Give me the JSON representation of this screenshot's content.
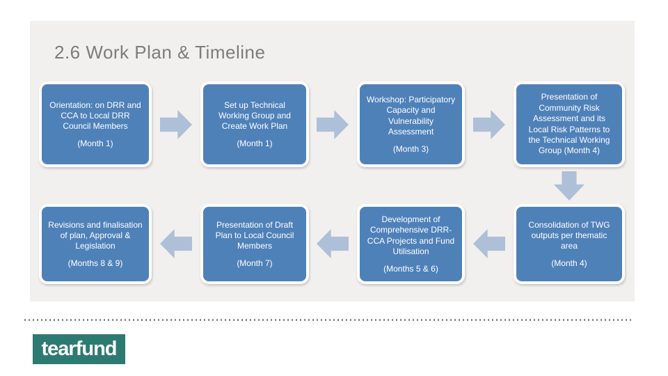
{
  "slide": {
    "title": "2.6 Work Plan & Timeline",
    "logo_text": "tearfund"
  },
  "colors": {
    "box_fill": "#4f81b9",
    "box_border": "#ffffff",
    "arrow_fill": "#aebfd8",
    "panel_bg": "#f1f0ee",
    "title_color": "#7c7c7c",
    "logo_bg": "#2d7a73",
    "dotted_line": "#8a8a8a"
  },
  "flow": {
    "row1": [
      {
        "text": "Orientation: on DRR and CCA to Local DRR Council Members",
        "month": "(Month 1)"
      },
      {
        "text": "Set up Technical Working Group and Create Work Plan",
        "month": "(Month 1)"
      },
      {
        "text": "Workshop: Participatory Capacity and Vulnerability Assessment",
        "month": "(Month 3)"
      },
      {
        "text": "Presentation of Community Risk Assessment and its Local Risk Patterns to the Technical Working Group (Month 4)"
      }
    ],
    "row2": [
      {
        "text": "Revisions and finalisation of plan, Approval & Legislation",
        "month": "(Months 8 & 9)"
      },
      {
        "text": "Presentation of Draft Plan to Local Council Members",
        "month": "(Month 7)"
      },
      {
        "text": "Development of Comprehensive DRR-CCA Projects and Fund Utilisation",
        "month": "(Months 5 & 6)"
      },
      {
        "text": "Consolidation of TWG outputs per thematic area",
        "month": "(Month 4)"
      }
    ]
  }
}
